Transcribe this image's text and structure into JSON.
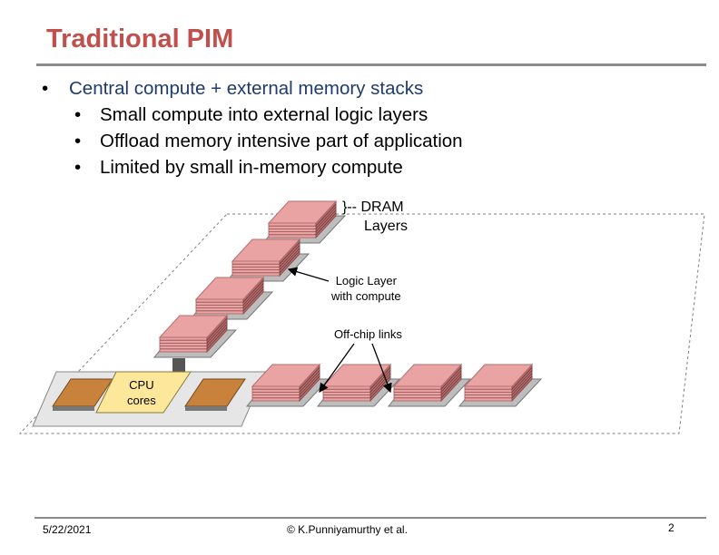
{
  "title": "Traditional PIM",
  "bullets": {
    "main": "Central compute + external memory stacks",
    "subs": [
      "Small compute into external logic layers",
      "Offload memory intensive part of application",
      "Limited by small in-memory compute"
    ]
  },
  "diagram": {
    "dram_prefix": "}--",
    "dram_label_line1": "DRAM",
    "dram_label_line2": "Layers",
    "logic_label_line1": "Logic Layer",
    "logic_label_line2": "with compute",
    "offchip_label": "Off-chip links",
    "cpu_label_line1": "CPU",
    "cpu_label_line2": "cores",
    "colors": {
      "dram": "#e9a3a3",
      "dram_dark": "#b76d6d",
      "cpu_core": "#c8823c",
      "cpu_label_bg": "#fde79a",
      "board": "#e6e6e6"
    }
  },
  "footer": {
    "date": "5/22/2021",
    "copyright": "© K.Punniyamurthy et al.",
    "page": "2"
  }
}
